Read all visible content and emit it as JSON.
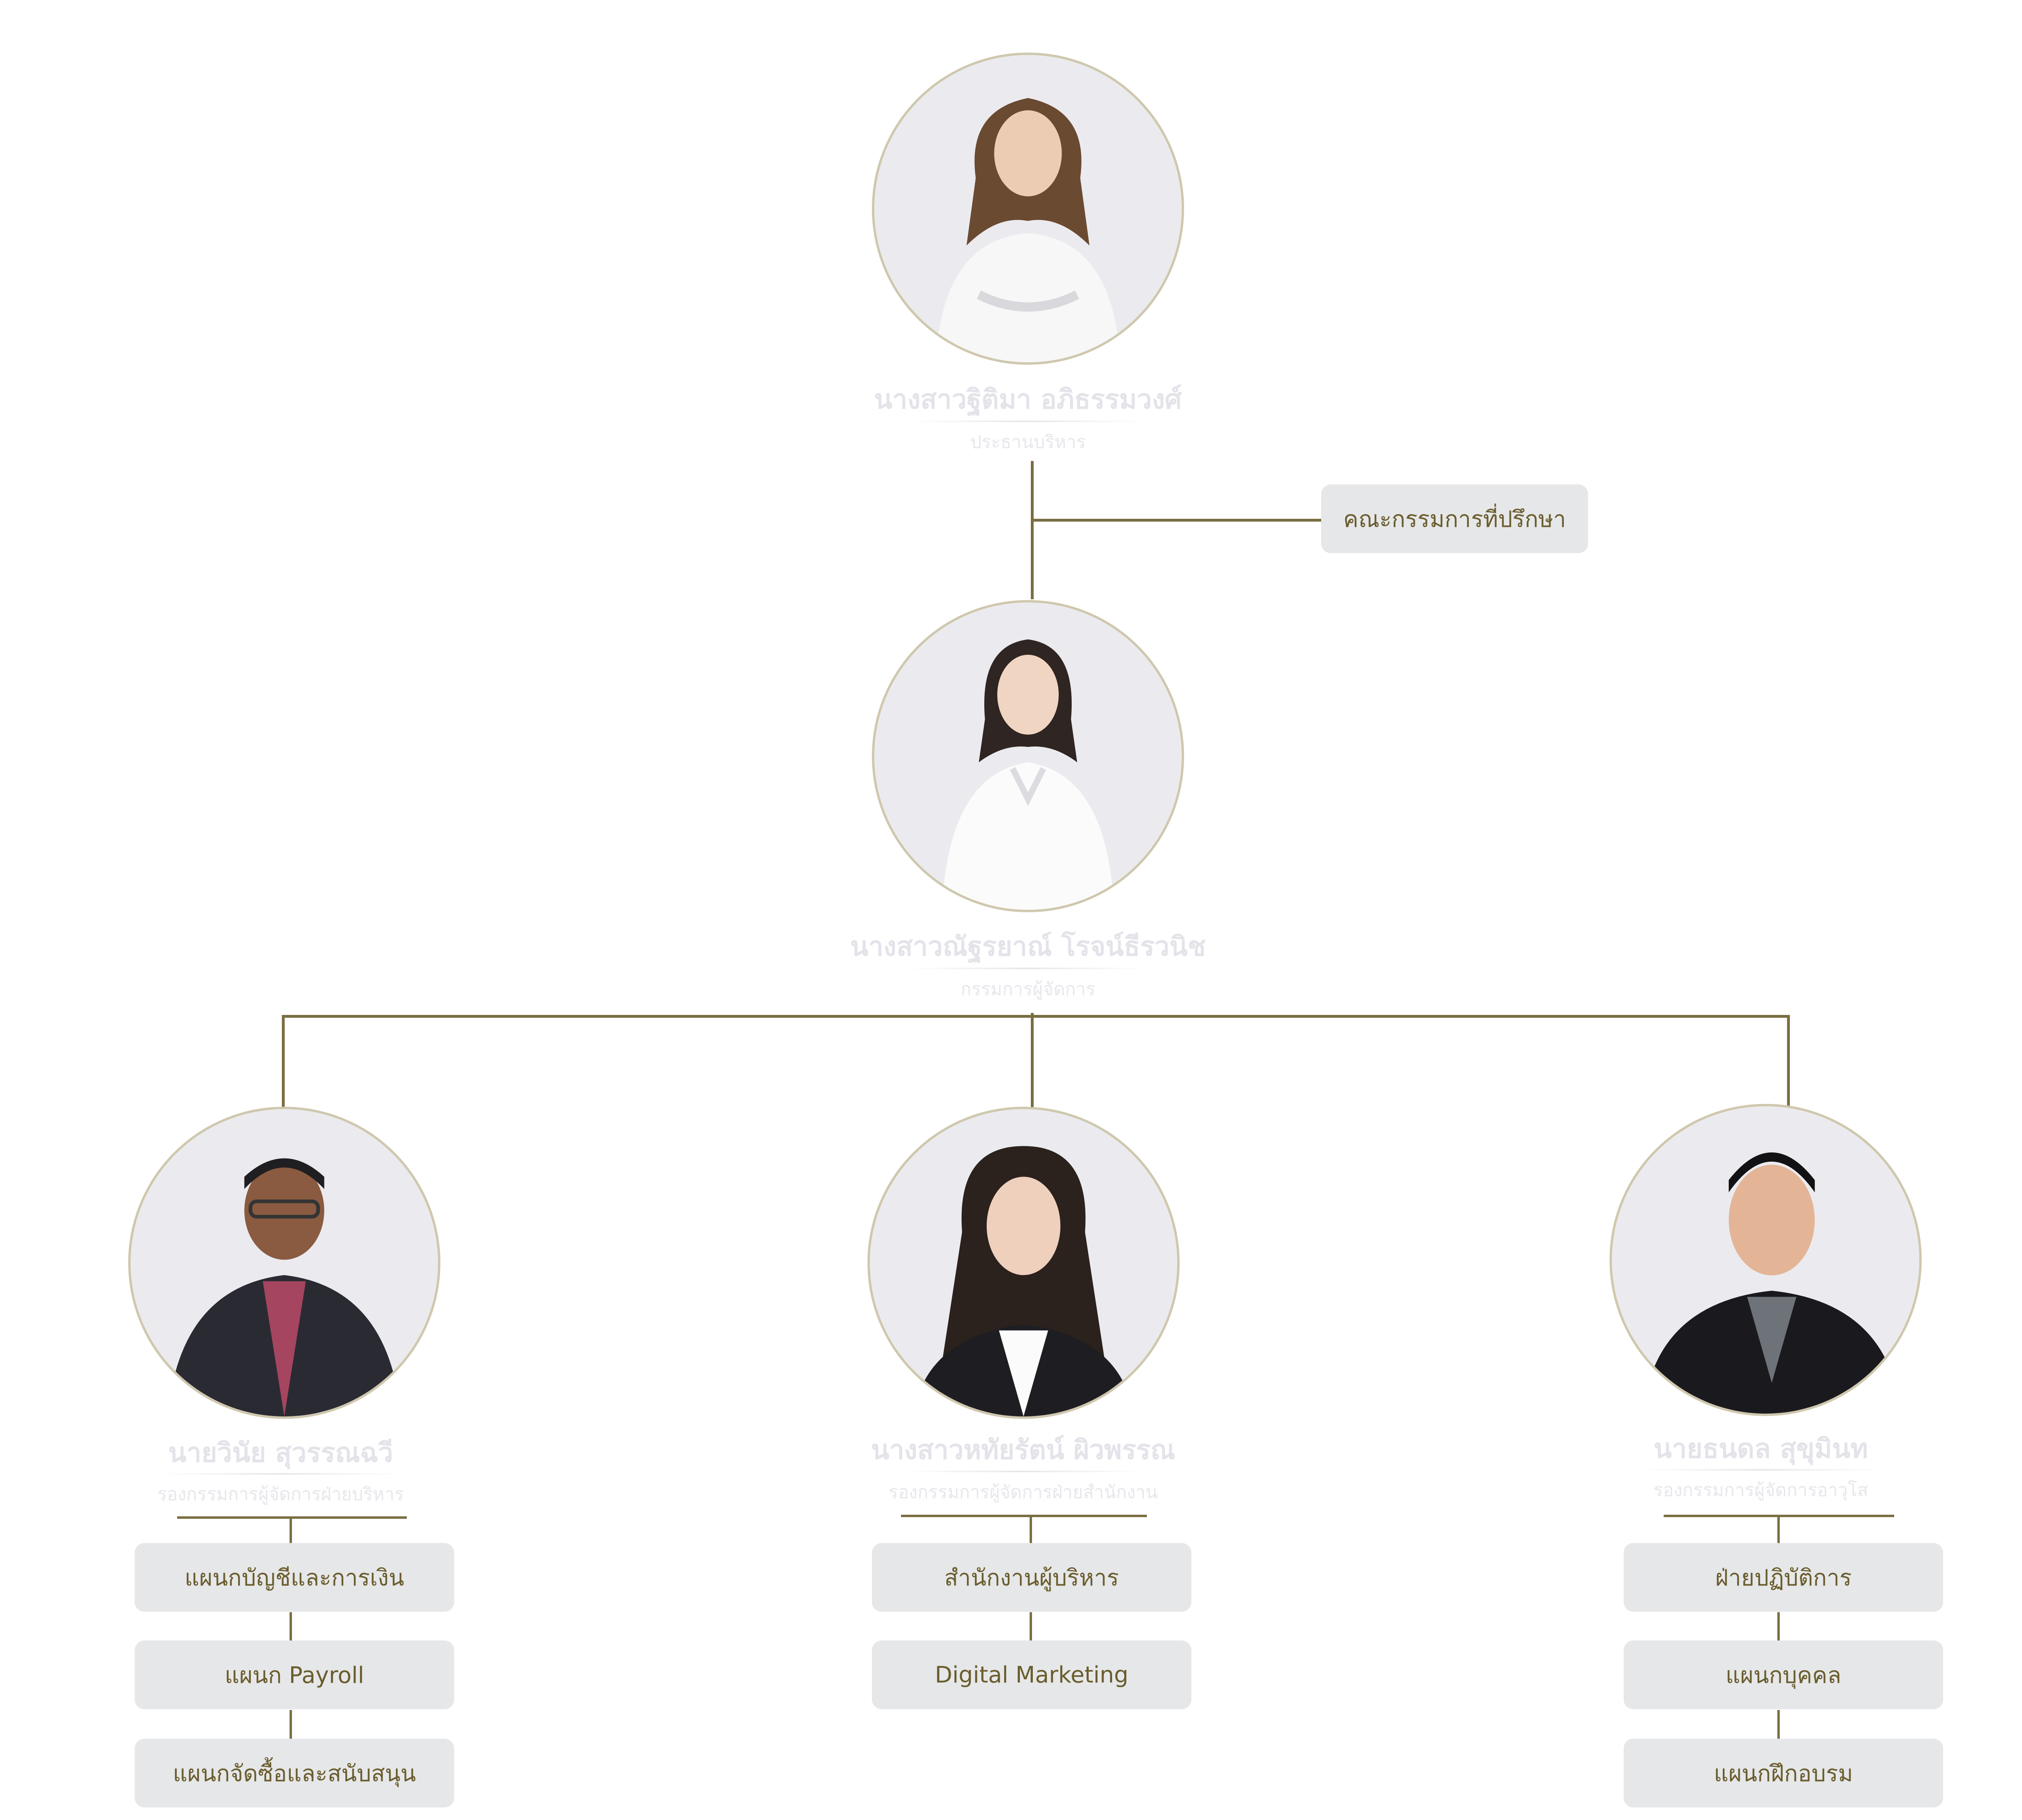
{
  "chairman": {
    "name": "นางสาวฐิติมา อภิธรรมวงศ์",
    "role": "ประธานบริหาร"
  },
  "advisory_board": {
    "label": "คณะกรรมการที่ปรึกษา"
  },
  "managing_director": {
    "name": "นางสาวณัฐรยาณ์  โรจน์ธีรวนิช",
    "role": "กรรมการผู้จัดการ"
  },
  "deputies": [
    {
      "name": "นายวินัย สุวรรณฉวี",
      "role": "รองกรรมการผู้จัดการฝ่ายบริหาร",
      "departments": [
        "แผนกบัญชีและการเงิน",
        "แผนก Payroll",
        "แผนกจัดซื้อและสนับสนุน"
      ]
    },
    {
      "name": "นางสาวหทัยรัตน์  ผิวพรรณ",
      "role": "รองกรรมการผู้จัดการฝ่ายสำนักงาน",
      "departments": [
        "สำนักงานผู้บริหาร",
        "Digital Marketing"
      ]
    },
    {
      "name": "นายธนดล  สุขุมินท",
      "role": "รองกรรมการผู้จัดการอาวุโส",
      "departments": [
        "ฝ่ายปฏิบัติการ",
        "แผนกบุคคล",
        "แผนกฝึกอบรม"
      ]
    }
  ],
  "colors": {
    "connector": "#7a6e42",
    "box_bg": "#e6e7e8",
    "box_text": "#6a5d2e",
    "portrait_ring": "#cfc8ae"
  }
}
